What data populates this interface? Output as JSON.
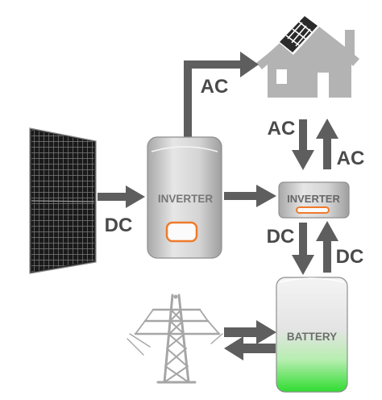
{
  "flow_labels": {
    "panel_to_inverter": "DC",
    "inverter_to_house": "AC",
    "house_down": "AC",
    "house_up": "AC",
    "battery_down": "DC",
    "battery_up": "DC"
  },
  "devices": {
    "main_inverter": "INVERTER",
    "battery_inverter": "INVERTER",
    "battery": "BATTERY"
  },
  "colors": {
    "arrow": "#5e5e5e",
    "label": "#4a4a4a",
    "house": "#b3b3b3",
    "inverter_body": "#c9c9c9",
    "indicator": "#f07a2a",
    "battery_fill": "#35e035",
    "panel": "#1a1a1a"
  },
  "icons": [
    "solar-panel-icon",
    "house-icon",
    "power-pylon-icon",
    "inverter-icon",
    "battery-icon"
  ]
}
